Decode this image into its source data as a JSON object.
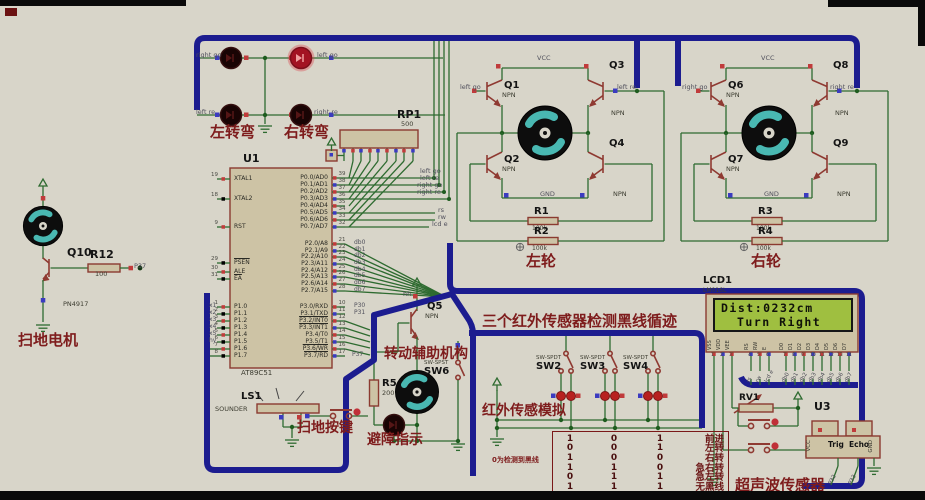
{
  "colors": {
    "background": "#d8d5c9",
    "bus": "#1c1c8f",
    "wire": "#2e6b30",
    "component_fill": "#cdc3a5",
    "component_stroke": "#8b3a30",
    "lcd_screen": "#9fbf40"
  },
  "lcd": {
    "ref": "LCD1",
    "part": "LM016L",
    "line1": "Dist:0232cm",
    "line2": "Turn Right",
    "pins": [
      "VSS",
      "VDD",
      "VEE",
      "RS",
      "RW",
      "E",
      "D0",
      "D1",
      "D2",
      "D3",
      "D4",
      "D5",
      "D6",
      "D7"
    ],
    "pin_numbers": [
      "1",
      "2",
      "3",
      "4",
      "5",
      "6",
      "7",
      "8",
      "9",
      "10",
      "11",
      "12",
      "13",
      "14"
    ],
    "pin_nets": [
      "rs",
      "rw",
      "lcd e",
      "db0",
      "db1",
      "db2",
      "db3",
      "db4",
      "db5",
      "db6",
      "db7"
    ]
  },
  "u1": {
    "ref": "U1",
    "part": "AT89C51",
    "left_pins": [
      [
        "19",
        "XTAL1",
        179,
        0
      ],
      [
        "18",
        "XTAL2",
        199,
        0
      ],
      [
        "9",
        "RST",
        227,
        0
      ],
      [
        "29",
        "PSEN",
        263,
        1
      ],
      [
        "30",
        "ALE",
        272,
        0
      ],
      [
        "31",
        "EA",
        279,
        1
      ],
      [
        "1",
        "P1.0",
        307,
        0
      ],
      [
        "2",
        "P1.1",
        314,
        0
      ],
      [
        "3",
        "P1.2",
        321,
        0
      ],
      [
        "4",
        "P1.3",
        328,
        0
      ],
      [
        "5",
        "P1.4",
        335,
        0
      ],
      [
        "6",
        "P1.5",
        342,
        0
      ],
      [
        "7",
        "P1.6",
        349,
        0
      ],
      [
        "8",
        "P1.7",
        356,
        0
      ]
    ],
    "right_pins": [
      [
        "39",
        "P0.0/AD0",
        178,
        0
      ],
      [
        "38",
        "P0.1/AD1",
        185,
        0
      ],
      [
        "37",
        "P0.2/AD2",
        192,
        0
      ],
      [
        "36",
        "P0.3/AD3",
        199,
        0
      ],
      [
        "35",
        "P0.4/AD4",
        206,
        0
      ],
      [
        "34",
        "P0.5/AD5",
        213,
        0
      ],
      [
        "33",
        "P0.6/AD6",
        220,
        0
      ],
      [
        "32",
        "P0.7/AD7",
        227,
        0
      ],
      [
        "21",
        "P2.0/A8",
        244,
        0
      ],
      [
        "22",
        "P2.1/A9",
        251,
        0
      ],
      [
        "23",
        "P2.2/A10",
        257,
        0
      ],
      [
        "24",
        "P2.3/A11",
        264,
        0
      ],
      [
        "25",
        "P2.4/A12",
        271,
        0
      ],
      [
        "26",
        "P2.5/A13",
        277,
        0
      ],
      [
        "27",
        "P2.6/A14",
        284,
        0
      ],
      [
        "28",
        "P2.7/A15",
        291,
        0
      ],
      [
        "10",
        "P3.0/RXD",
        307,
        0
      ],
      [
        "11",
        "P3.1/TXD",
        314,
        0
      ],
      [
        "12",
        "P3.2/INT0",
        321,
        1
      ],
      [
        "13",
        "P3.3/INT1",
        328,
        1
      ],
      [
        "14",
        "P3.4/T0",
        335,
        0
      ],
      [
        "15",
        "P3.5/T1",
        342,
        0
      ],
      [
        "16",
        "P3.6/WR",
        349,
        1
      ],
      [
        "17",
        "P3.7/RD",
        356,
        1
      ]
    ]
  },
  "truth_table": {
    "note": "0为检测到黑线",
    "rows": [
      [
        "1",
        "0",
        "1",
        "前进"
      ],
      [
        "0",
        "0",
        "1",
        "左转"
      ],
      [
        "1",
        "0",
        "0",
        "右转"
      ],
      [
        "1",
        "1",
        "0",
        "急右转"
      ],
      [
        "0",
        "1",
        "1",
        "急左转"
      ],
      [
        "1",
        "1",
        "1",
        "无黑线"
      ]
    ]
  },
  "labels": [
    [
      "label-left-turn",
      "左转弯",
      210,
      125,
      15,
      "c"
    ],
    [
      "label-right-turn",
      "右转弯",
      284,
      125,
      15,
      "c"
    ],
    [
      "label-sweep-motor",
      "扫地电机",
      18,
      333,
      15,
      "c"
    ],
    [
      "label-sweep-button",
      "扫地按键",
      297,
      421,
      14,
      "c"
    ],
    [
      "label-rotate-assist",
      "转动辅助机构",
      384,
      347,
      14,
      "c"
    ],
    [
      "label-obstacle-ind",
      "避障指示",
      367,
      433,
      14,
      "c"
    ],
    [
      "label-ir-title",
      "三个红外传感器检测黑线循迹",
      482,
      314,
      15,
      "c"
    ],
    [
      "label-ir-sim",
      "红外传感模拟",
      482,
      404,
      14,
      "c"
    ],
    [
      "label-left-wheel",
      "左轮",
      526,
      254,
      15,
      "c"
    ],
    [
      "label-right-wheel",
      "右轮",
      751,
      254,
      15,
      "c"
    ],
    [
      "label-ultrasonic",
      "超声波传感器",
      735,
      478,
      15,
      "c"
    ],
    [
      "rp1-ref",
      "RP1",
      397,
      109,
      11,
      "r"
    ],
    [
      "rp1-value",
      "500",
      401,
      121,
      6.5,
      "v"
    ],
    [
      "u1-ref",
      "U1",
      243,
      153,
      11,
      "r"
    ],
    [
      "u1-part",
      "AT89C51",
      241,
      370,
      7,
      "v"
    ],
    [
      "q10-ref",
      "Q10",
      67,
      247,
      11,
      "r"
    ],
    [
      "q10-part",
      "PN4917",
      63,
      301,
      6.5,
      "v"
    ],
    [
      "r12-ref",
      "R12",
      90,
      249,
      11,
      "r"
    ],
    [
      "r12-value",
      "100",
      95,
      271,
      6.5,
      "v"
    ],
    [
      "net-p37-q10",
      "P37",
      134,
      263,
      6.5,
      "n"
    ],
    [
      "ls1-ref",
      "LS1",
      241,
      392,
      10,
      "r"
    ],
    [
      "ls1-part",
      "SOUNDER",
      215,
      406,
      6.5,
      "v"
    ],
    [
      "q5-ref",
      "Q5",
      427,
      302,
      10,
      "r"
    ],
    [
      "q5-type",
      "NPN",
      425,
      313,
      6.5,
      "v"
    ],
    [
      "net-hh",
      "hh",
      403,
      291,
      6.5,
      "n"
    ],
    [
      "sw6-part",
      "SW-SPST",
      424,
      361,
      5.5,
      "v"
    ],
    [
      "sw6-ref",
      "SW6",
      424,
      367,
      10,
      "r"
    ],
    [
      "r5-ref",
      "R5",
      382,
      379,
      10,
      "r"
    ],
    [
      "r5-value",
      "200",
      382,
      390,
      6.5,
      "v"
    ],
    [
      "sw2-part",
      "SW-SPDT",
      536,
      356,
      5.5,
      "v"
    ],
    [
      "sw2-ref",
      "SW2",
      536,
      362,
      10,
      "r"
    ],
    [
      "sw3-part",
      "SW-SPDT",
      580,
      356,
      5.5,
      "v"
    ],
    [
      "sw3-ref",
      "SW3",
      580,
      362,
      10,
      "r"
    ],
    [
      "sw4-part",
      "SW-SPDT",
      623,
      356,
      5.5,
      "v"
    ],
    [
      "sw4-ref",
      "SW4",
      623,
      362,
      10,
      "r"
    ],
    [
      "lcd-ref",
      "LCD1",
      703,
      276,
      10,
      "r"
    ],
    [
      "lcd-part",
      "LM016L",
      703,
      288,
      6,
      "v"
    ],
    [
      "rv1-ref",
      "RV1",
      739,
      394,
      9,
      "r"
    ],
    [
      "u3-ref",
      "U3",
      814,
      401,
      11,
      "r"
    ],
    [
      "u3-pin-trig",
      "Trig",
      828,
      441,
      7.5,
      "r"
    ],
    [
      "u3-pin-echo",
      "Echo",
      849,
      441,
      7.5,
      "r"
    ],
    [
      "u3-pin-vcc",
      "VCC",
      807,
      440,
      5.5,
      "vt"
    ],
    [
      "u3-pin-gnd",
      "GND",
      869,
      440,
      5.5,
      "vt"
    ],
    [
      "net-trig",
      "P32",
      831,
      482,
      5.5,
      "vr"
    ],
    [
      "net-echo",
      "P33",
      851,
      482,
      5.5,
      "vr"
    ],
    [
      "q1-ref",
      "Q1",
      504,
      81,
      10,
      "r"
    ],
    [
      "q1-type",
      "NPN",
      502,
      92,
      6.5,
      "v"
    ],
    [
      "q2-ref",
      "Q2",
      504,
      155,
      10,
      "r"
    ],
    [
      "q2-type",
      "NPN",
      502,
      166,
      6.5,
      "v"
    ],
    [
      "q3-ref",
      "Q3",
      609,
      61,
      10,
      "r"
    ],
    [
      "q3-type",
      "NPN",
      611,
      110,
      6.5,
      "v"
    ],
    [
      "q4-ref",
      "Q4",
      609,
      139,
      10,
      "r"
    ],
    [
      "q4-type",
      "NPN",
      613,
      191,
      6.5,
      "v"
    ],
    [
      "r1-ref",
      "R1",
      534,
      207,
      10,
      "r"
    ],
    [
      "r1-value",
      "100k",
      532,
      226,
      6,
      "v"
    ],
    [
      "r2-ref",
      "R2",
      534,
      227,
      10,
      "r"
    ],
    [
      "r2-value",
      "100k",
      532,
      246,
      6,
      "v"
    ],
    [
      "q6-ref",
      "Q6",
      728,
      81,
      10,
      "r"
    ],
    [
      "q6-type",
      "NPN",
      726,
      92,
      6.5,
      "v"
    ],
    [
      "q7-ref",
      "Q7",
      728,
      155,
      10,
      "r"
    ],
    [
      "q7-type",
      "NPN",
      726,
      166,
      6.5,
      "v"
    ],
    [
      "q8-ref",
      "Q8",
      833,
      61,
      10,
      "r"
    ],
    [
      "q8-type",
      "NPN",
      835,
      110,
      6.5,
      "v"
    ],
    [
      "q9-ref",
      "Q9",
      833,
      139,
      10,
      "r"
    ],
    [
      "q9-type",
      "NPN",
      837,
      191,
      6.5,
      "v"
    ],
    [
      "r3-ref",
      "R3",
      758,
      207,
      10,
      "r"
    ],
    [
      "r3-value",
      "100k",
      756,
      226,
      6,
      "v"
    ],
    [
      "r4-ref",
      "R4",
      758,
      227,
      10,
      "r"
    ],
    [
      "r4-value",
      "100k",
      756,
      246,
      6,
      "v"
    ],
    [
      "net-vcc-left",
      "VCC",
      537,
      55,
      6.5,
      "n"
    ],
    [
      "net-gnd-left",
      "GND",
      540,
      191,
      6.5,
      "n"
    ],
    [
      "net-vcc-right",
      "VCC",
      761,
      55,
      6.5,
      "n"
    ],
    [
      "net-gnd-right",
      "GND",
      764,
      191,
      6.5,
      "n"
    ],
    [
      "net-left-go-q1",
      "left go",
      460,
      84,
      6.5,
      "n"
    ],
    [
      "net-left-re-q3",
      "left re",
      617,
      84,
      6.5,
      "n"
    ],
    [
      "net-right-go-q6",
      "right go",
      682,
      84,
      6.5,
      "n"
    ],
    [
      "net-right-re-q8",
      "right re",
      830,
      84,
      6.5,
      "n"
    ],
    [
      "net-right-go-led",
      "right go",
      196,
      52,
      6.5,
      "n"
    ],
    [
      "net-left-go-led",
      "left go",
      317,
      52,
      6.5,
      "n"
    ],
    [
      "net-left-re-led",
      "left re",
      196,
      109,
      6.5,
      "n"
    ],
    [
      "net-right-re-led",
      "right re",
      314,
      109,
      6.5,
      "n"
    ],
    [
      "net-left-go-u1",
      "left go",
      420,
      168,
      6.5,
      "n"
    ],
    [
      "net-left-re-u1",
      "left re",
      420,
      175,
      6.5,
      "n"
    ],
    [
      "net-right-go-u1",
      "right go",
      417,
      182,
      6.5,
      "n"
    ],
    [
      "net-right-re-u1",
      "right re",
      417,
      189,
      6.5,
      "n"
    ],
    [
      "net-rs",
      "rs",
      438,
      207,
      6.5,
      "n"
    ],
    [
      "net-rw",
      "rw",
      438,
      214,
      6.5,
      "n"
    ],
    [
      "net-lcd-e",
      "lcd e",
      432,
      221,
      6.5,
      "n"
    ],
    [
      "net-db0",
      "db0",
      354,
      240,
      6,
      "n"
    ],
    [
      "net-db1",
      "db1",
      354,
      247,
      6,
      "n"
    ],
    [
      "net-db2",
      "db2",
      354,
      253,
      6,
      "n"
    ],
    [
      "net-db3",
      "db3",
      354,
      260,
      6,
      "n"
    ],
    [
      "net-db4",
      "db4",
      354,
      267,
      6,
      "n"
    ],
    [
      "net-db5",
      "db5",
      354,
      273,
      6,
      "n"
    ],
    [
      "net-db6",
      "db6",
      354,
      280,
      6,
      "n"
    ],
    [
      "net-db7",
      "db7",
      354,
      287,
      6,
      "n"
    ],
    [
      "net-p30",
      "P30",
      354,
      303,
      6,
      "n"
    ],
    [
      "net-p31",
      "P31",
      354,
      310,
      6,
      "n"
    ],
    [
      "net-p37-u1",
      "P37",
      352,
      352,
      6,
      "n"
    ],
    [
      "net-x1",
      "x1",
      209,
      303,
      6,
      "n"
    ],
    [
      "net-x2",
      "x2",
      209,
      310,
      6,
      "n"
    ],
    [
      "net-x3",
      "x3",
      209,
      317,
      6,
      "n"
    ],
    [
      "net-x4",
      "x4",
      209,
      324,
      6,
      "n"
    ],
    [
      "net-x5",
      "x5",
      209,
      331,
      6,
      "n"
    ],
    [
      "net-hy",
      "hy",
      209,
      338,
      6,
      "n"
    ]
  ]
}
